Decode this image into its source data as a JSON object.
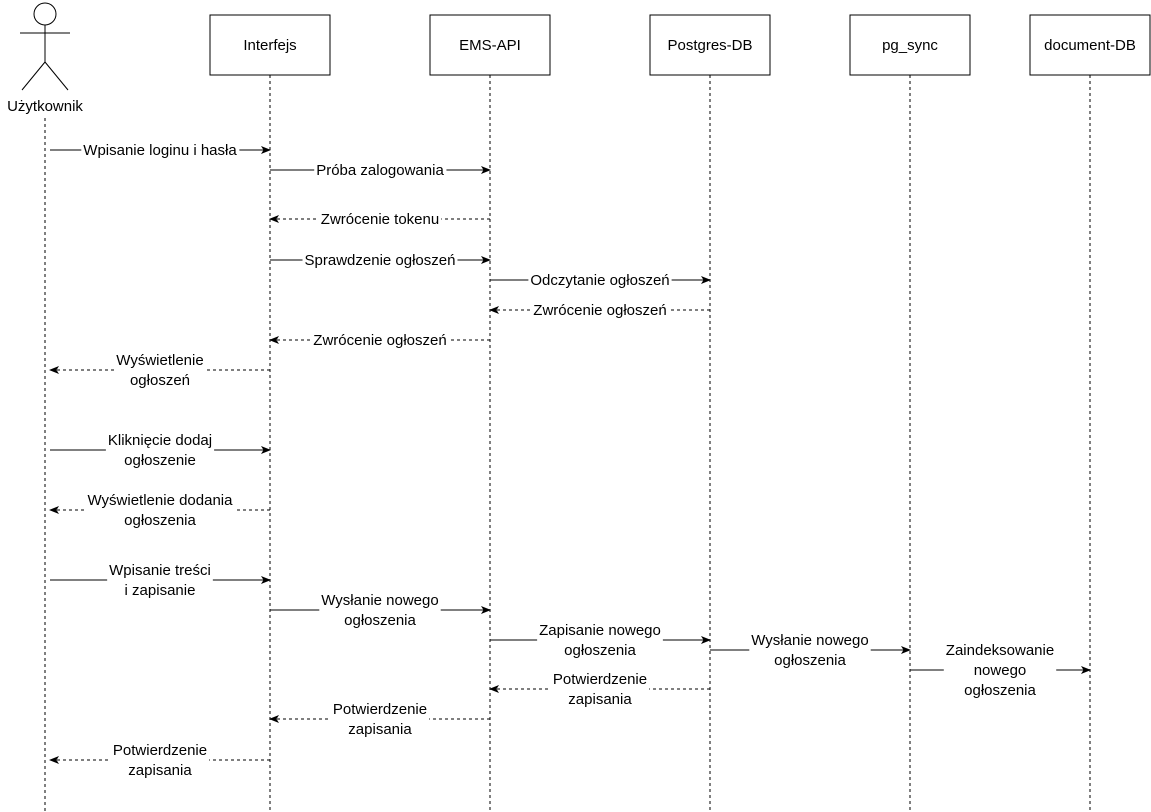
{
  "diagram": {
    "type": "sequence",
    "actor": {
      "id": "user",
      "label": "Użytkownik",
      "icon": "stick-figure-actor-icon"
    },
    "participants": [
      {
        "id": "ui",
        "label": "Interfejs"
      },
      {
        "id": "api",
        "label": "EMS-API"
      },
      {
        "id": "pg",
        "label": "Postgres-DB"
      },
      {
        "id": "sync",
        "label": "pg_sync"
      },
      {
        "id": "doc",
        "label": "document-DB"
      }
    ],
    "messages": [
      {
        "from": "user",
        "to": "ui",
        "style": "solid",
        "lines": [
          "Wpisanie loginu i hasła"
        ]
      },
      {
        "from": "ui",
        "to": "api",
        "style": "solid",
        "lines": [
          "Próba zalogowania"
        ]
      },
      {
        "from": "api",
        "to": "ui",
        "style": "dashed",
        "lines": [
          "Zwrócenie tokenu"
        ]
      },
      {
        "from": "ui",
        "to": "api",
        "style": "solid",
        "lines": [
          "Sprawdzenie ogłoszeń"
        ]
      },
      {
        "from": "api",
        "to": "pg",
        "style": "solid",
        "lines": [
          "Odczytanie ogłoszeń"
        ]
      },
      {
        "from": "pg",
        "to": "api",
        "style": "dashed",
        "lines": [
          "Zwrócenie ogłoszeń"
        ]
      },
      {
        "from": "api",
        "to": "ui",
        "style": "dashed",
        "lines": [
          "Zwrócenie ogłoszeń"
        ]
      },
      {
        "from": "ui",
        "to": "user",
        "style": "dashed",
        "lines": [
          "Wyświetlenie",
          "ogłoszeń"
        ]
      },
      {
        "from": "user",
        "to": "ui",
        "style": "solid",
        "lines": [
          "Kliknięcie dodaj",
          "ogłoszenie"
        ]
      },
      {
        "from": "ui",
        "to": "user",
        "style": "dashed",
        "lines": [
          "Wyświetlenie dodania",
          "ogłoszenia"
        ]
      },
      {
        "from": "user",
        "to": "ui",
        "style": "solid",
        "lines": [
          "Wpisanie treści",
          "i zapisanie"
        ]
      },
      {
        "from": "ui",
        "to": "api",
        "style": "solid",
        "lines": [
          "Wysłanie nowego",
          "ogłoszenia"
        ]
      },
      {
        "from": "api",
        "to": "pg",
        "style": "solid",
        "lines": [
          "Zapisanie nowego",
          "ogłoszenia"
        ]
      },
      {
        "from": "pg",
        "to": "sync",
        "style": "solid",
        "lines": [
          "Wysłanie nowego",
          "ogłoszenia"
        ]
      },
      {
        "from": "sync",
        "to": "doc",
        "style": "solid",
        "lines": [
          "Zaindeksowanie",
          "nowego",
          "ogłoszenia"
        ]
      },
      {
        "from": "pg",
        "to": "api",
        "style": "dashed",
        "lines": [
          "Potwierdzenie",
          "zapisania"
        ]
      },
      {
        "from": "api",
        "to": "ui",
        "style": "dashed",
        "lines": [
          "Potwierdzenie",
          "zapisania"
        ]
      },
      {
        "from": "ui",
        "to": "user",
        "style": "dashed",
        "lines": [
          "Potwierdzenie",
          "zapisania"
        ]
      }
    ]
  }
}
